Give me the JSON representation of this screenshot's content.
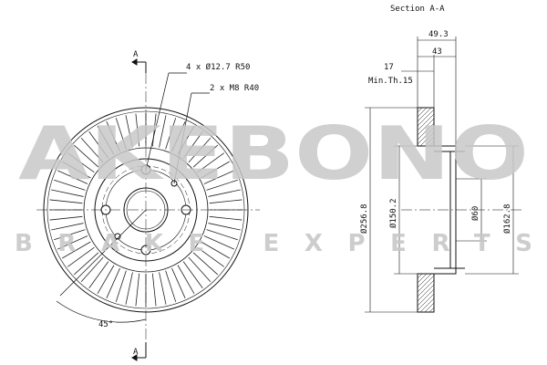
{
  "drawing": {
    "section_title": "Section A-A",
    "section_marker": "A",
    "holes_large": "4 x Ø12.7 R50",
    "holes_small": "2 x M8 R40",
    "angle": "45°"
  },
  "dimensions": {
    "total_height": "49.3",
    "hat_height": "43",
    "thickness": "17",
    "min_thickness": "Min.Th.15",
    "outer_diameter": "Ø256.8",
    "inner_diameter": "Ø150.2",
    "center_bore": "Ø60",
    "hat_diameter": "Ø162.8"
  },
  "watermark": {
    "brand": "AKEBONO",
    "tagline": "BRAKE EXPERTS"
  },
  "colors": {
    "line": "#111111",
    "watermark": "#c8c8c8"
  }
}
